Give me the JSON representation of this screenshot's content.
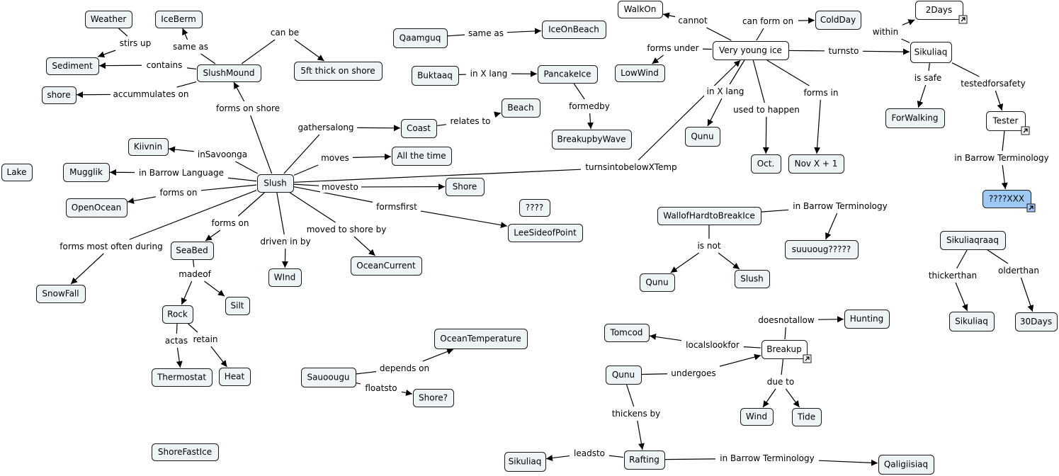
{
  "concept_map": {
    "nodes": [
      {
        "id": "weather",
        "label": "Weather"
      },
      {
        "id": "iceberm",
        "label": "IceBerm"
      },
      {
        "id": "sediment",
        "label": "Sediment"
      },
      {
        "id": "shore_lc",
        "label": "shore"
      },
      {
        "id": "slushmound",
        "label": "SlushMound"
      },
      {
        "id": "fiveft",
        "label": "5ft thick on shore"
      },
      {
        "id": "qaamguq",
        "label": "Qaamguq"
      },
      {
        "id": "iceonbeach",
        "label": "IceOnBeach"
      },
      {
        "id": "buktaaq",
        "label": "Buktaaq"
      },
      {
        "id": "pancakeice",
        "label": "PancakeIce"
      },
      {
        "id": "breakupbywave",
        "label": "BreakupbyWave"
      },
      {
        "id": "walkon",
        "label": "WalkOn"
      },
      {
        "id": "coldday",
        "label": "ColdDay"
      },
      {
        "id": "veryyoungice",
        "label": "Very young ice"
      },
      {
        "id": "lowwind",
        "label": "LowWind"
      },
      {
        "id": "twodays",
        "label": "2Days"
      },
      {
        "id": "sikuliaq1",
        "label": "Sikuliaq"
      },
      {
        "id": "forwalking",
        "label": "ForWalking"
      },
      {
        "id": "tester",
        "label": "Tester"
      },
      {
        "id": "qxxx",
        "label": "????XXX"
      },
      {
        "id": "qunu1",
        "label": "Qunu"
      },
      {
        "id": "oct",
        "label": "Oct."
      },
      {
        "id": "novx1",
        "label": "Nov X + 1"
      },
      {
        "id": "beach",
        "label": "Beach"
      },
      {
        "id": "coast",
        "label": "Coast"
      },
      {
        "id": "allthetime",
        "label": "All the time"
      },
      {
        "id": "kiivnin",
        "label": "Kiivnin"
      },
      {
        "id": "mugglik",
        "label": "Mugglik"
      },
      {
        "id": "lake",
        "label": "Lake"
      },
      {
        "id": "slush",
        "label": "Slush"
      },
      {
        "id": "shore_uc",
        "label": "Shore"
      },
      {
        "id": "qmarks",
        "label": "????"
      },
      {
        "id": "leesideofpoint",
        "label": "LeeSideofPoint"
      },
      {
        "id": "openocean",
        "label": "OpenOcean"
      },
      {
        "id": "seabed",
        "label": "SeaBed"
      },
      {
        "id": "wind_lc",
        "label": "WInd"
      },
      {
        "id": "oceancurrent",
        "label": "OceanCurrent"
      },
      {
        "id": "snowfall",
        "label": "SnowFall"
      },
      {
        "id": "silt",
        "label": "Silt"
      },
      {
        "id": "rock",
        "label": "Rock"
      },
      {
        "id": "thermostat",
        "label": "Thermostat"
      },
      {
        "id": "heat",
        "label": "Heat"
      },
      {
        "id": "wallofhard",
        "label": "WallofHardtoBreakIce"
      },
      {
        "id": "suuuoug",
        "label": "suuuoug?????"
      },
      {
        "id": "qunu2",
        "label": "Qunu"
      },
      {
        "id": "slush2",
        "label": "Slush"
      },
      {
        "id": "sikuliaqraaq",
        "label": "Sikuliaqraaq"
      },
      {
        "id": "sikuliaq2",
        "label": "Sikuliaq"
      },
      {
        "id": "thirtydays",
        "label": "30Days"
      },
      {
        "id": "oceantemp",
        "label": "OceanTemperature"
      },
      {
        "id": "sauoougu",
        "label": "Sauoougu"
      },
      {
        "id": "shoreq",
        "label": "Shore?"
      },
      {
        "id": "tomcod",
        "label": "Tomcod"
      },
      {
        "id": "hunting",
        "label": "Hunting"
      },
      {
        "id": "breakup",
        "label": "Breakup"
      },
      {
        "id": "qunu3",
        "label": "Qunu"
      },
      {
        "id": "wind2",
        "label": "Wind"
      },
      {
        "id": "tide",
        "label": "Tide"
      },
      {
        "id": "shorefastice",
        "label": "ShoreFastIce"
      },
      {
        "id": "sikuliaq3",
        "label": "Sikuliaq"
      },
      {
        "id": "rafting",
        "label": "Rafting"
      },
      {
        "id": "qaligiisiaq",
        "label": "Qaligiisiaq"
      }
    ],
    "linking_phrases": [
      {
        "id": "l_stirsup",
        "label": "stirs up"
      },
      {
        "id": "l_sameas1",
        "label": "same as"
      },
      {
        "id": "l_contains",
        "label": "contains"
      },
      {
        "id": "l_accum",
        "label": "accummulates on"
      },
      {
        "id": "l_canbe",
        "label": "can be"
      },
      {
        "id": "l_sameas2",
        "label": "same as"
      },
      {
        "id": "l_inxlang1",
        "label": "in X lang"
      },
      {
        "id": "l_formedby",
        "label": "formedby"
      },
      {
        "id": "l_cannot",
        "label": "cannot"
      },
      {
        "id": "l_canformon",
        "label": "can form on"
      },
      {
        "id": "l_formsunder",
        "label": "forms under"
      },
      {
        "id": "l_turnsto",
        "label": "turnsto"
      },
      {
        "id": "l_within",
        "label": "within"
      },
      {
        "id": "l_issafe",
        "label": "is safe"
      },
      {
        "id": "l_tested",
        "label": "testedforsafety"
      },
      {
        "id": "l_barrow1",
        "label": "in Barrow Terminology"
      },
      {
        "id": "l_inxlang2",
        "label": "in X lang"
      },
      {
        "id": "l_usedto",
        "label": "used to happen"
      },
      {
        "id": "l_formsin",
        "label": "forms in"
      },
      {
        "id": "l_formsonshore",
        "label": "forms on shore"
      },
      {
        "id": "l_gathers",
        "label": "gathersalong"
      },
      {
        "id": "l_relates",
        "label": "relates to"
      },
      {
        "id": "l_moves",
        "label": "moves"
      },
      {
        "id": "l_insavoonga",
        "label": "inSavoonga"
      },
      {
        "id": "l_barrowlang",
        "label": "in Barrow Language"
      },
      {
        "id": "l_formson1",
        "label": "forms on"
      },
      {
        "id": "l_turnsinto",
        "label": "turnsintobelowXTemp"
      },
      {
        "id": "l_movesto",
        "label": "movesto"
      },
      {
        "id": "l_formsfirst",
        "label": "formsfirst"
      },
      {
        "id": "l_formson2",
        "label": "forms on"
      },
      {
        "id": "l_mostoften",
        "label": "forms most often during"
      },
      {
        "id": "l_drivenin",
        "label": "driven in by"
      },
      {
        "id": "l_movedto",
        "label": "moved to shore by"
      },
      {
        "id": "l_madeof",
        "label": "madeof"
      },
      {
        "id": "l_actas",
        "label": "actas"
      },
      {
        "id": "l_retain",
        "label": "retain"
      },
      {
        "id": "l_barrow2",
        "label": "in Barrow Terminology"
      },
      {
        "id": "l_isnot",
        "label": "is not"
      },
      {
        "id": "l_thicker",
        "label": "thickerthan"
      },
      {
        "id": "l_older",
        "label": "olderthan"
      },
      {
        "id": "l_depends",
        "label": "depends on"
      },
      {
        "id": "l_floatsto",
        "label": "floatsto"
      },
      {
        "id": "l_doesnot",
        "label": "doesnotallow"
      },
      {
        "id": "l_locals",
        "label": "localslookfor"
      },
      {
        "id": "l_undergoes",
        "label": "undergoes"
      },
      {
        "id": "l_dueto",
        "label": "due to"
      },
      {
        "id": "l_thickens",
        "label": "thickens by"
      },
      {
        "id": "l_leadsto",
        "label": "leadsto"
      },
      {
        "id": "l_barrow3",
        "label": "in Barrow Terminology"
      }
    ]
  }
}
